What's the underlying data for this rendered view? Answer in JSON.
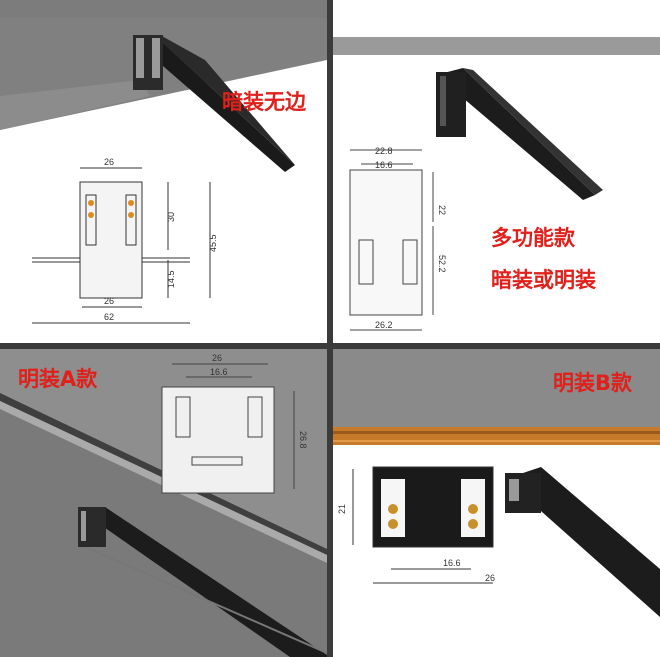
{
  "panels": {
    "recessed_frameless": {
      "title": "暗装无边",
      "dims": {
        "top": "26",
        "height_inner": "30",
        "height_total": "45.5",
        "lower": "14.5",
        "bottom_inner": "26",
        "flange": "62"
      }
    },
    "multifunction": {
      "title_line1": "多功能款",
      "title_line2": "暗装或明装",
      "dims": {
        "outer_top": "22.8",
        "inner_top": "16.6",
        "upper": "22",
        "height": "52.2",
        "bottom": "26.2"
      }
    },
    "surface_a": {
      "title": "明装A款",
      "dims": {
        "outer": "26",
        "inner": "16.6",
        "height": "26.8"
      }
    },
    "surface_b": {
      "title": "明装B款",
      "dims": {
        "height": "21",
        "inner": "16.6",
        "outer": "26"
      }
    }
  },
  "colors": {
    "caption": "#e0201b",
    "ceiling": "#808080",
    "track": "#1a1a1a",
    "wood": "#c77a2a",
    "contacts": "#e08a1e"
  }
}
